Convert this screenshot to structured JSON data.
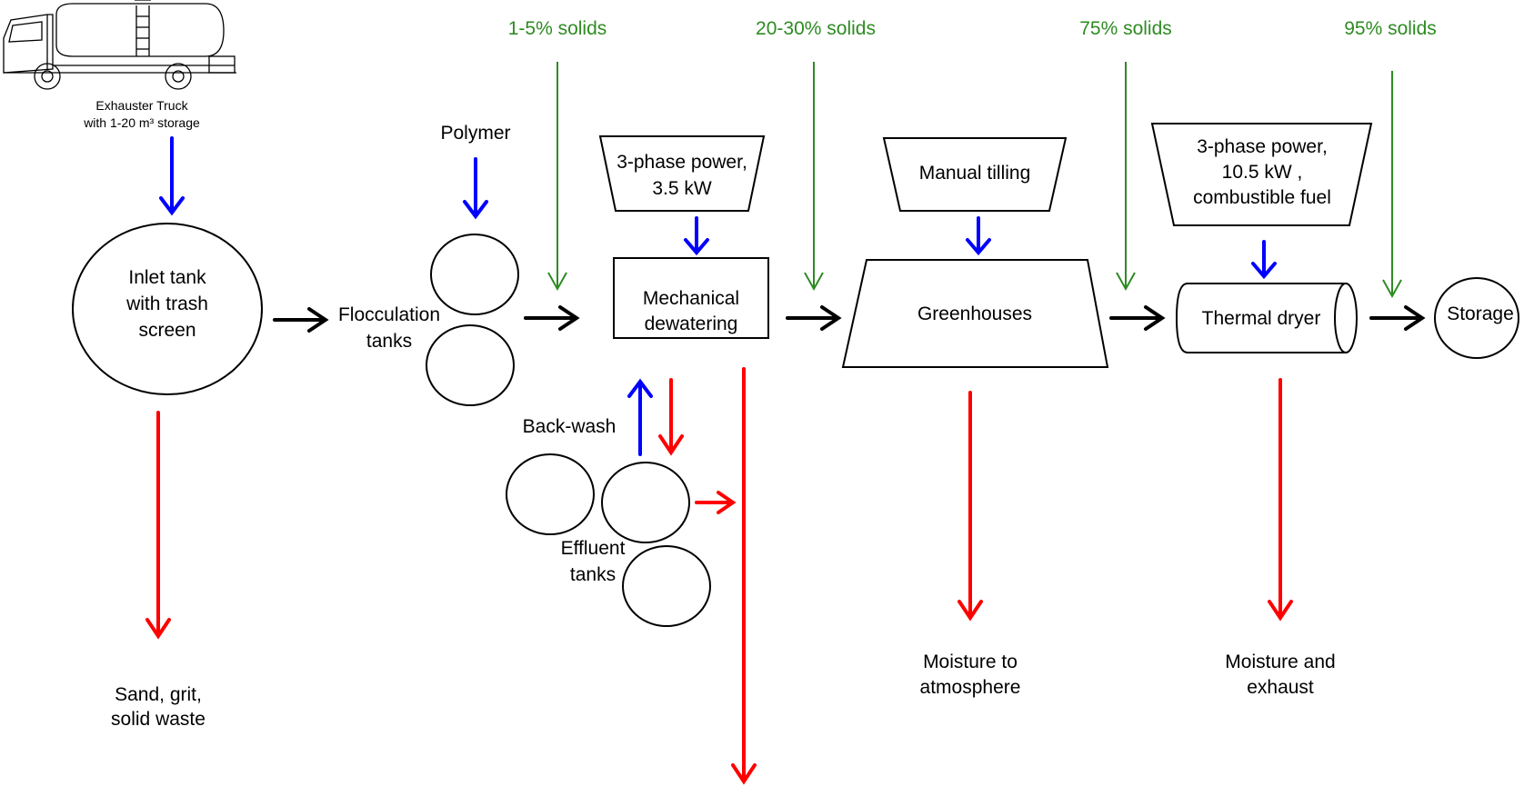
{
  "colors": {
    "solids": "#2e8b22",
    "input": "#0000ff",
    "output": "#ff0000",
    "flow": "#000000"
  },
  "truck": {
    "label_line1": "Exhauster Truck",
    "label_line2": "with 1-20 m³ storage",
    "icon": "truck-icon"
  },
  "solids": {
    "s1": "1-5% solids",
    "s2": "20-30% solids",
    "s3": "75% solids",
    "s4": "95% solids"
  },
  "inputs": {
    "polymer": "Polymer",
    "power1_line1": "3-phase power,",
    "power1_line2": "3.5 kW",
    "tilling": "Manual tilling",
    "power2_line1": "3-phase power,",
    "power2_line2": "10.5 kW ,",
    "power2_line3": "combustible fuel",
    "backwash": "Back-wash"
  },
  "nodes": {
    "inlet_line1": "Inlet tank",
    "inlet_line2": "with trash",
    "inlet_line3": "screen",
    "floc_line1": "Flocculation",
    "floc_line2": "tanks",
    "mech_line1": "Mechanical",
    "mech_line2": "dewatering",
    "greenhouses": "Greenhouses",
    "dryer": "Thermal dryer",
    "storage": "Storage",
    "effluent_line1": "Effluent",
    "effluent_line2": "tanks"
  },
  "outputs": {
    "sand_line1": "Sand, grit,",
    "sand_line2": "solid waste",
    "moist1_line1": "Moisture to",
    "moist1_line2": "atmosphere",
    "moist2_line1": "Moisture and",
    "moist2_line2": "exhaust"
  }
}
